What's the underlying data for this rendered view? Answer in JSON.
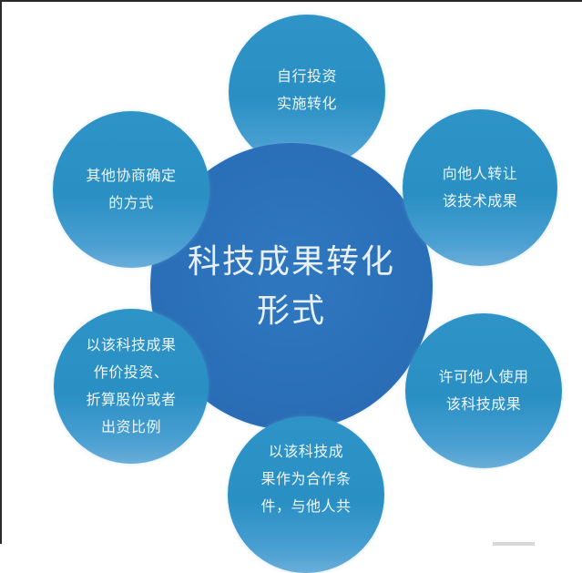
{
  "diagram": {
    "center": {
      "lines": [
        "科技成果转化",
        "形式"
      ]
    },
    "satellites": [
      {
        "position": "top",
        "lines": [
          "自行投资",
          "实施转化"
        ]
      },
      {
        "position": "top-right",
        "lines": [
          "向他人转让",
          "该技术成果"
        ]
      },
      {
        "position": "bottom-right",
        "lines": [
          "许可他人使用",
          "该科技成果"
        ]
      },
      {
        "position": "bottom",
        "lines": [
          "以该科技成",
          "果作为合作条",
          "件，与他人共"
        ]
      },
      {
        "position": "bottom-left",
        "lines": [
          "以该科技成果",
          "作价投资、",
          "折算股份或者",
          "出资比例"
        ]
      },
      {
        "position": "top-left",
        "lines": [
          "其他协商确定",
          "的方式"
        ]
      }
    ],
    "colors": {
      "center": "#2a6fb8",
      "satellite": "#2e93c6",
      "text": "#eef6fb",
      "background": "#ffffff"
    }
  }
}
